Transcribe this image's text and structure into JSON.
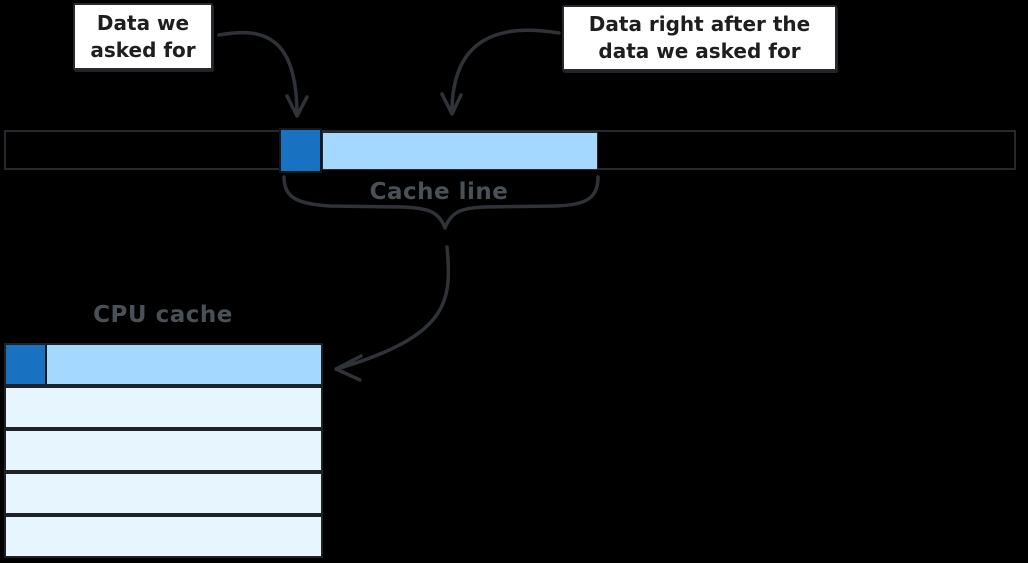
{
  "diagram": {
    "title": "cache line prefetch diagram",
    "labels": {
      "requested": "Data we\nasked for",
      "prefetched": "Data right after the\ndata we asked for",
      "cache_line": "Cache line",
      "cpu_cache": "CPU cache"
    },
    "memory_bar": {
      "segments": [
        {
          "name": "requested-data",
          "fill": "#1971c2"
        },
        {
          "name": "rest-of-cache-line",
          "fill": "#a5d8ff"
        }
      ]
    },
    "cpu_cache": {
      "row_count": 5,
      "filled_row": 1
    },
    "colors": {
      "background": "#000000",
      "stroke": "#2f3338",
      "requested_fill": "#1971c2",
      "cacheline_fill": "#a5d8ff",
      "cacherow_fill": "#e7f5ff",
      "label_box_fill": "#ffffff",
      "label_text": "#1e1e1e",
      "muted_text": "#4a5057"
    }
  }
}
